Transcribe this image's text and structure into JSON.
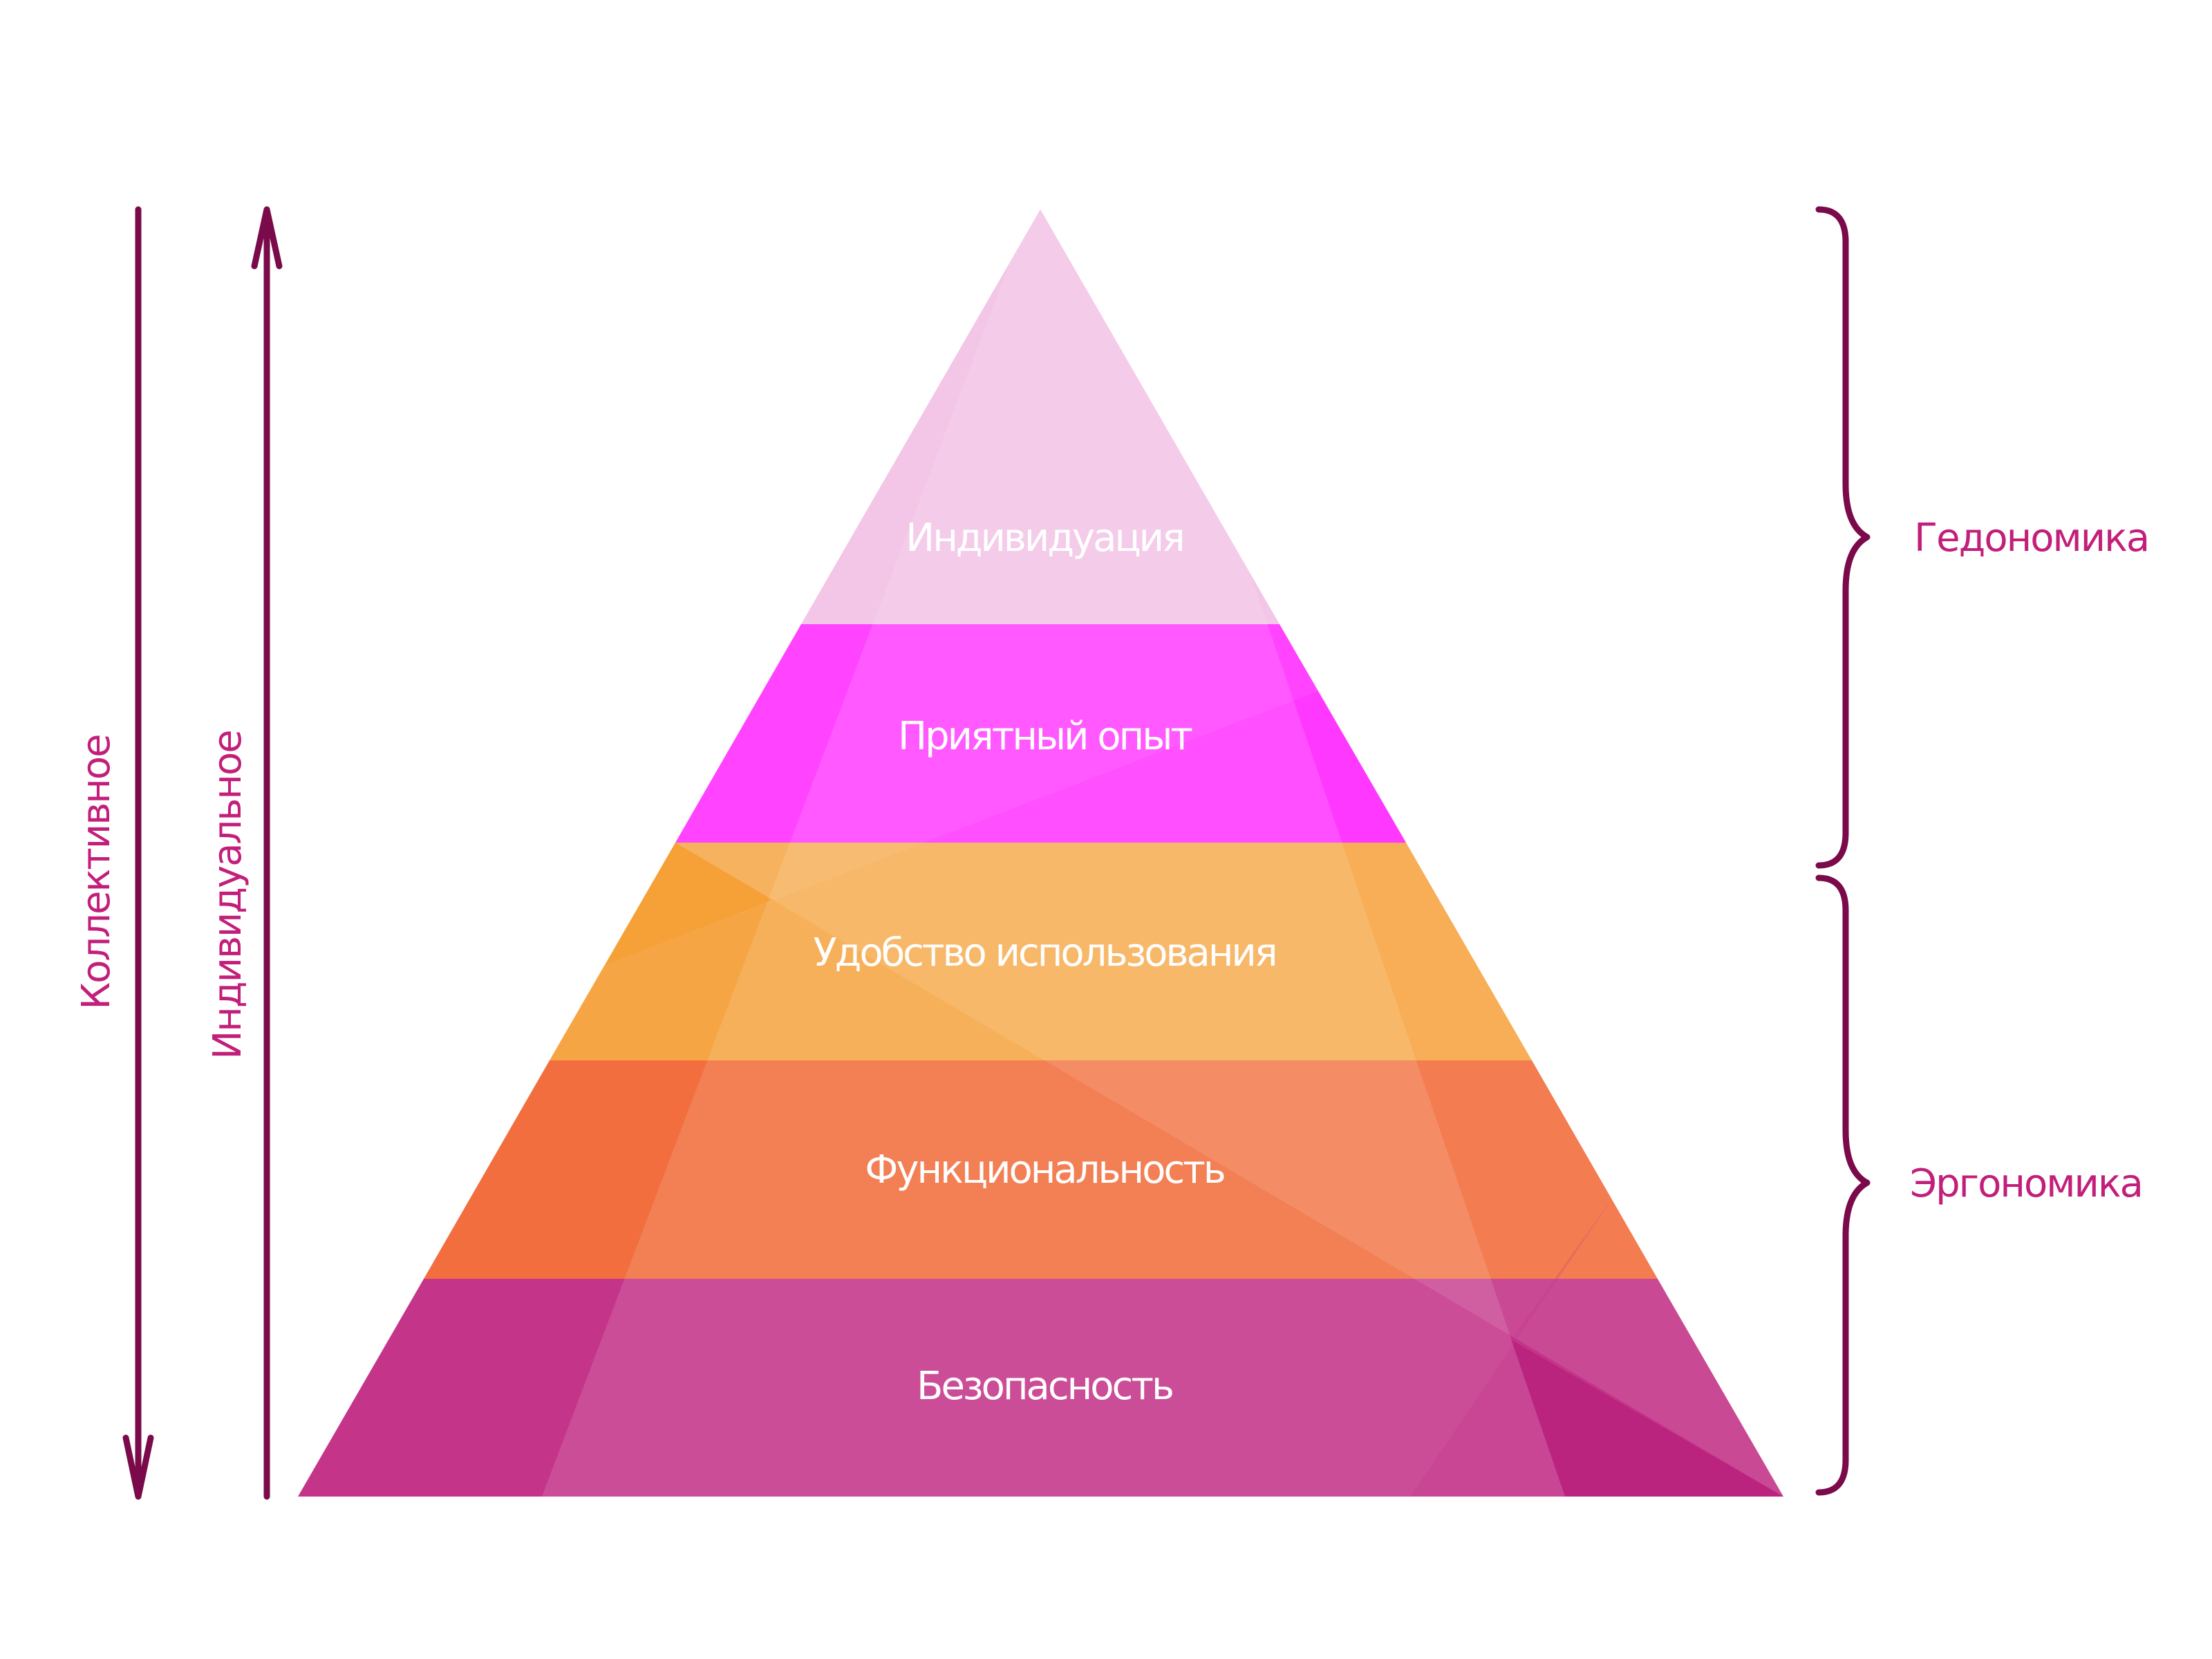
{
  "pyramid": {
    "levels": [
      {
        "label": "Индивидуация",
        "color": "#f2bbe3"
      },
      {
        "label": "Приятный опыт",
        "color": "#ff22ff"
      },
      {
        "label": "Удобство использования",
        "color": "#f6a544"
      },
      {
        "label": "Функциональность",
        "color": "#f26e3e"
      },
      {
        "label": "Безопасность",
        "color": "#c4358a"
      }
    ]
  },
  "axes": {
    "collective": "Коллективное",
    "individual": "Индивидуальное"
  },
  "groups": {
    "hedonomics": "Гедономика",
    "ergonomics": "Эргономика"
  },
  "colors": {
    "accent_text": "#c21f7a",
    "lines": "#7a0a4a"
  }
}
